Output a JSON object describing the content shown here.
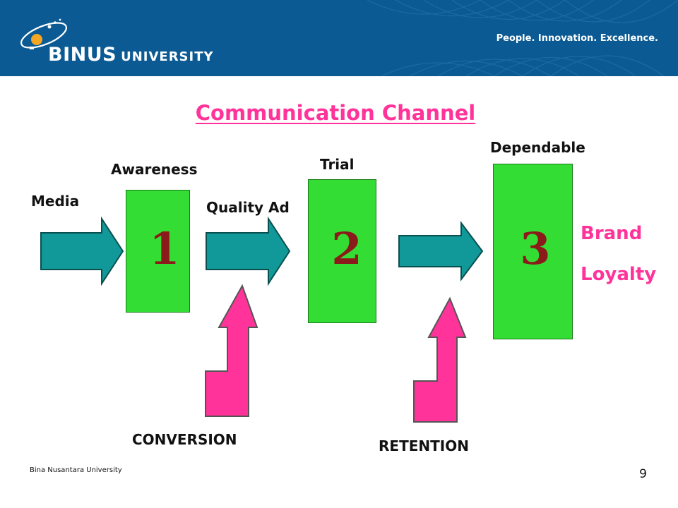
{
  "header": {
    "logo_text": "BINUS",
    "logo_sub": "UNIVERSITY",
    "tagline": "People. Innovation. Excellence.",
    "bg_color": "#0b5a93"
  },
  "slide": {
    "title": "Communication Channel",
    "stages": [
      {
        "number": "1",
        "label": "Awareness"
      },
      {
        "number": "2",
        "label": "Trial"
      },
      {
        "number": "3",
        "label": "Dependable"
      }
    ],
    "inputs": {
      "media": "Media",
      "quality_ad": "Quality Ad"
    },
    "outcome": {
      "line1": "Brand",
      "line2": "Loyalty"
    },
    "feedback": {
      "conversion": "CONVERSION",
      "retention": "RETENTION"
    },
    "colors": {
      "title": "#ff3399",
      "box": "#33dd33",
      "arrow": "#119999",
      "feedback_arrow": "#ff3399",
      "number": "#8b1a1a"
    }
  },
  "footer": {
    "institution": "Bina Nusantara University",
    "page": "9"
  }
}
